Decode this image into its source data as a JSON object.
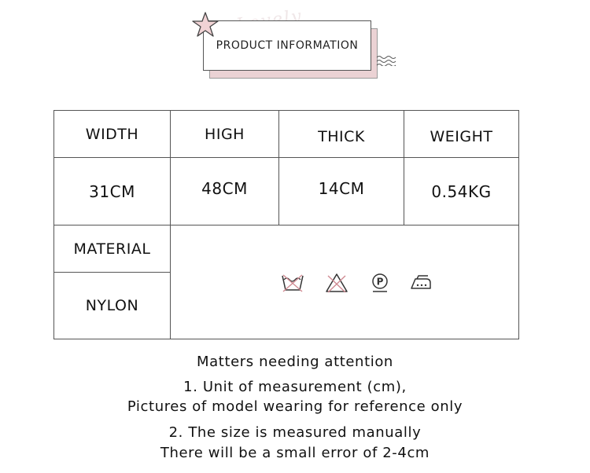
{
  "header": {
    "badge_label": "PRODUCT INFORMATION",
    "script_watermark": "Lovely"
  },
  "table": {
    "columns": [
      "WIDTH",
      "HIGH",
      "THICK",
      "WEIGHT"
    ],
    "values": [
      "31CM",
      "48CM",
      "14CM",
      "0.54KG"
    ],
    "material_label": "MATERIAL",
    "material_value": "NYLON",
    "care_icons": [
      "no-washing-icon",
      "no-bleach-icon",
      "dry-clean-p-icon",
      "low-iron-icon"
    ]
  },
  "notes": {
    "title": "Matters needing attention",
    "line1": "1. Unit of measurement (cm),",
    "line2": "Pictures of model wearing for reference only",
    "line3": "2. The size is measured manually",
    "line4": "There will be a small error of 2-4cm"
  },
  "colors": {
    "accent_pink": "#ebd2d4",
    "star_pink": "#f1d3d5",
    "border": "#555555"
  }
}
